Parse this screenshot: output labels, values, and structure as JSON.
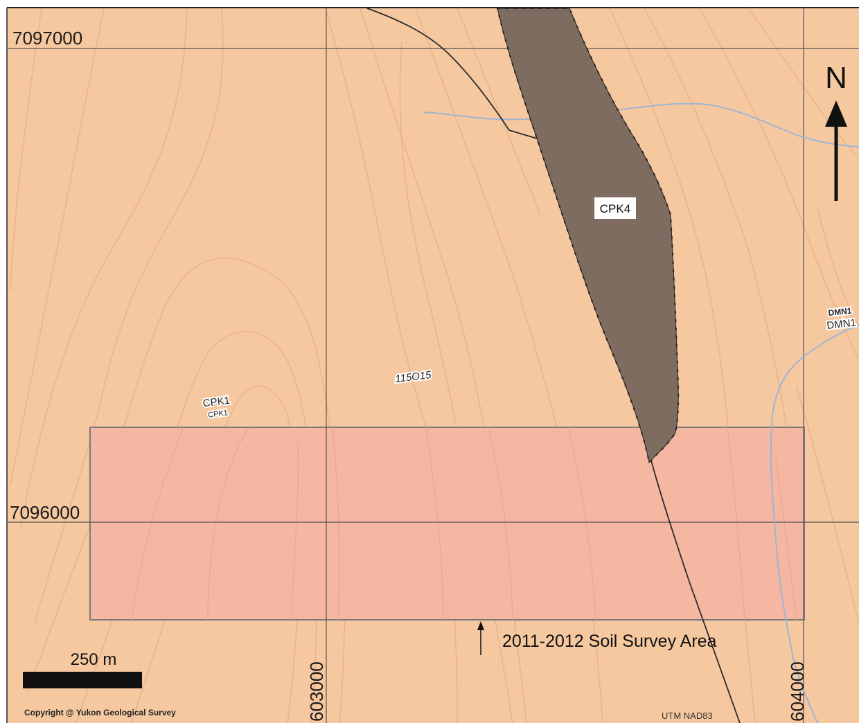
{
  "map": {
    "grid": {
      "northings": [
        "7097000",
        "7096000"
      ],
      "eastings": [
        "603000",
        "604000"
      ]
    },
    "labels": {
      "cpk4": "CPK4",
      "cpk1_a": "CPK1",
      "cpk1_b": "CPK1",
      "dmn1_a": "DMN1",
      "dmn1_b": "DMN1",
      "sheet": "115O15"
    },
    "survey_area": {
      "label": "2011-2012 Soil Survey Area"
    },
    "north_arrow": {
      "label": "N"
    },
    "scale_bar": {
      "label": "250 m"
    },
    "copyright": "Copyright @ Yukon Geological Survey",
    "projection": "UTM NAD83",
    "colors": {
      "background": "#f6c8a0",
      "survey_fill": "#f5b6a2",
      "intrusion": "#7e6c60",
      "stream": "#9db5d3",
      "contour": "#e7b58e",
      "grid": "#555555"
    }
  }
}
